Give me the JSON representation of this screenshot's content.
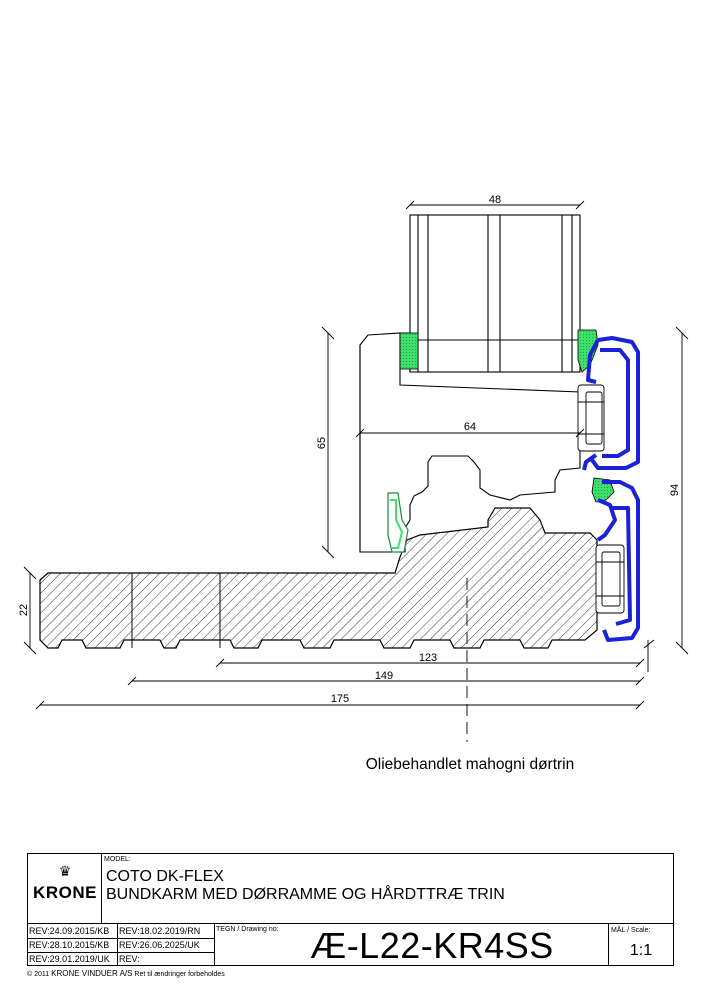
{
  "dimensions": {
    "d48": "48",
    "d65": "65",
    "d64": "64",
    "d94": "94",
    "d22": "22",
    "d123": "123",
    "d149": "149",
    "d175": "175"
  },
  "annotation": "Oliebehandlet mahogni dørtrin",
  "colors": {
    "seal_green": "#3ee06a",
    "profile_blue": "#1a22d8",
    "hatch": "#000000"
  },
  "titleblock": {
    "logo_text": "KRONE",
    "logo_mark": "crown-icon",
    "model_label": "MODEL:",
    "model_line1": "COTO DK-FLEX",
    "model_line2": "BUNDKARM MED DØRRAMME OG HÅRDTTRÆ TRIN",
    "revisions_left": [
      "REV:24.09.2015/KB",
      "REV:28.10.2015/KB",
      "REV:29.01.2019/UK"
    ],
    "revisions_mid": [
      "REV:18.02.2019/RN",
      "REV:26.06.2025/UK",
      "REV:"
    ],
    "drawing_label": "TEGN / Drawing no:",
    "drawing_no": "Æ-L22-KR4SS",
    "scale_label": "MÅL / Scale:",
    "scale": "1:1"
  },
  "footer": {
    "copyright": "© 2011",
    "company": "KRONE VINDUER A/S",
    "note": "Ret til ændringer forbeholdes"
  }
}
